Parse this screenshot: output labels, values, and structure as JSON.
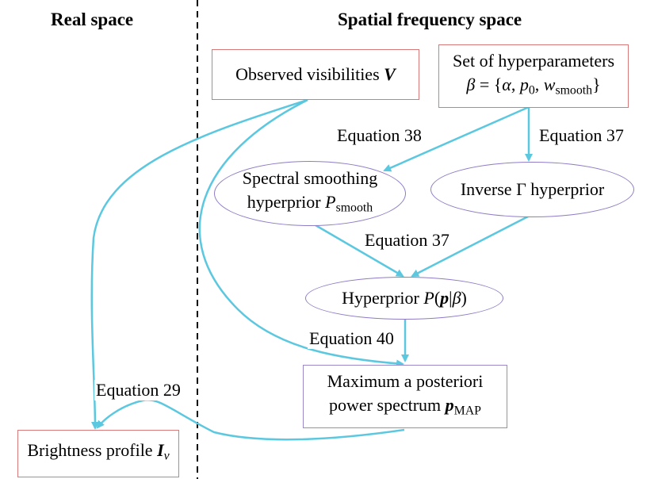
{
  "headers": {
    "real": "Real space",
    "frequency": "Spatial frequency space"
  },
  "nodes": {
    "observed": {
      "text": "Observed visibilities ",
      "var": "V"
    },
    "hyperparams": {
      "line1": "Set of hyperparameters",
      "lhs": "β",
      "eq": " = {",
      "alpha": "α",
      "comma1": ", ",
      "p": "p",
      "p_sub": "0",
      "comma2": ", ",
      "w": "w",
      "w_sub": "smooth",
      "close": "}"
    },
    "smoothing": {
      "line1": "Spectral smoothing",
      "line2_text": "hyperprior ",
      "var": "P",
      "var_sub": "smooth"
    },
    "inverse_gamma": {
      "text": "Inverse Γ hyperprior"
    },
    "hyperprior": {
      "text": "Hyperprior ",
      "var": "P",
      "open": "(",
      "p": "p",
      "bar": "|",
      "beta": "β",
      "close": ")"
    },
    "map": {
      "line1": "Maximum a posteriori",
      "line2_text": "power spectrum ",
      "var": "p",
      "var_sub": "MAP"
    },
    "brightness": {
      "text": "Brightness profile ",
      "var": "I",
      "var_sub": "ν"
    }
  },
  "edge_labels": {
    "eq38": "Equation 38",
    "eq37_right": "Equation 37",
    "eq37_mid": "Equation 37",
    "eq40": "Equation 40",
    "eq29": "Equation 29"
  },
  "colors": {
    "arrow": "#5bc8e0",
    "red_box": "#d97a7a",
    "purple_shape": "#8f7cc6",
    "divider": "#000000"
  }
}
